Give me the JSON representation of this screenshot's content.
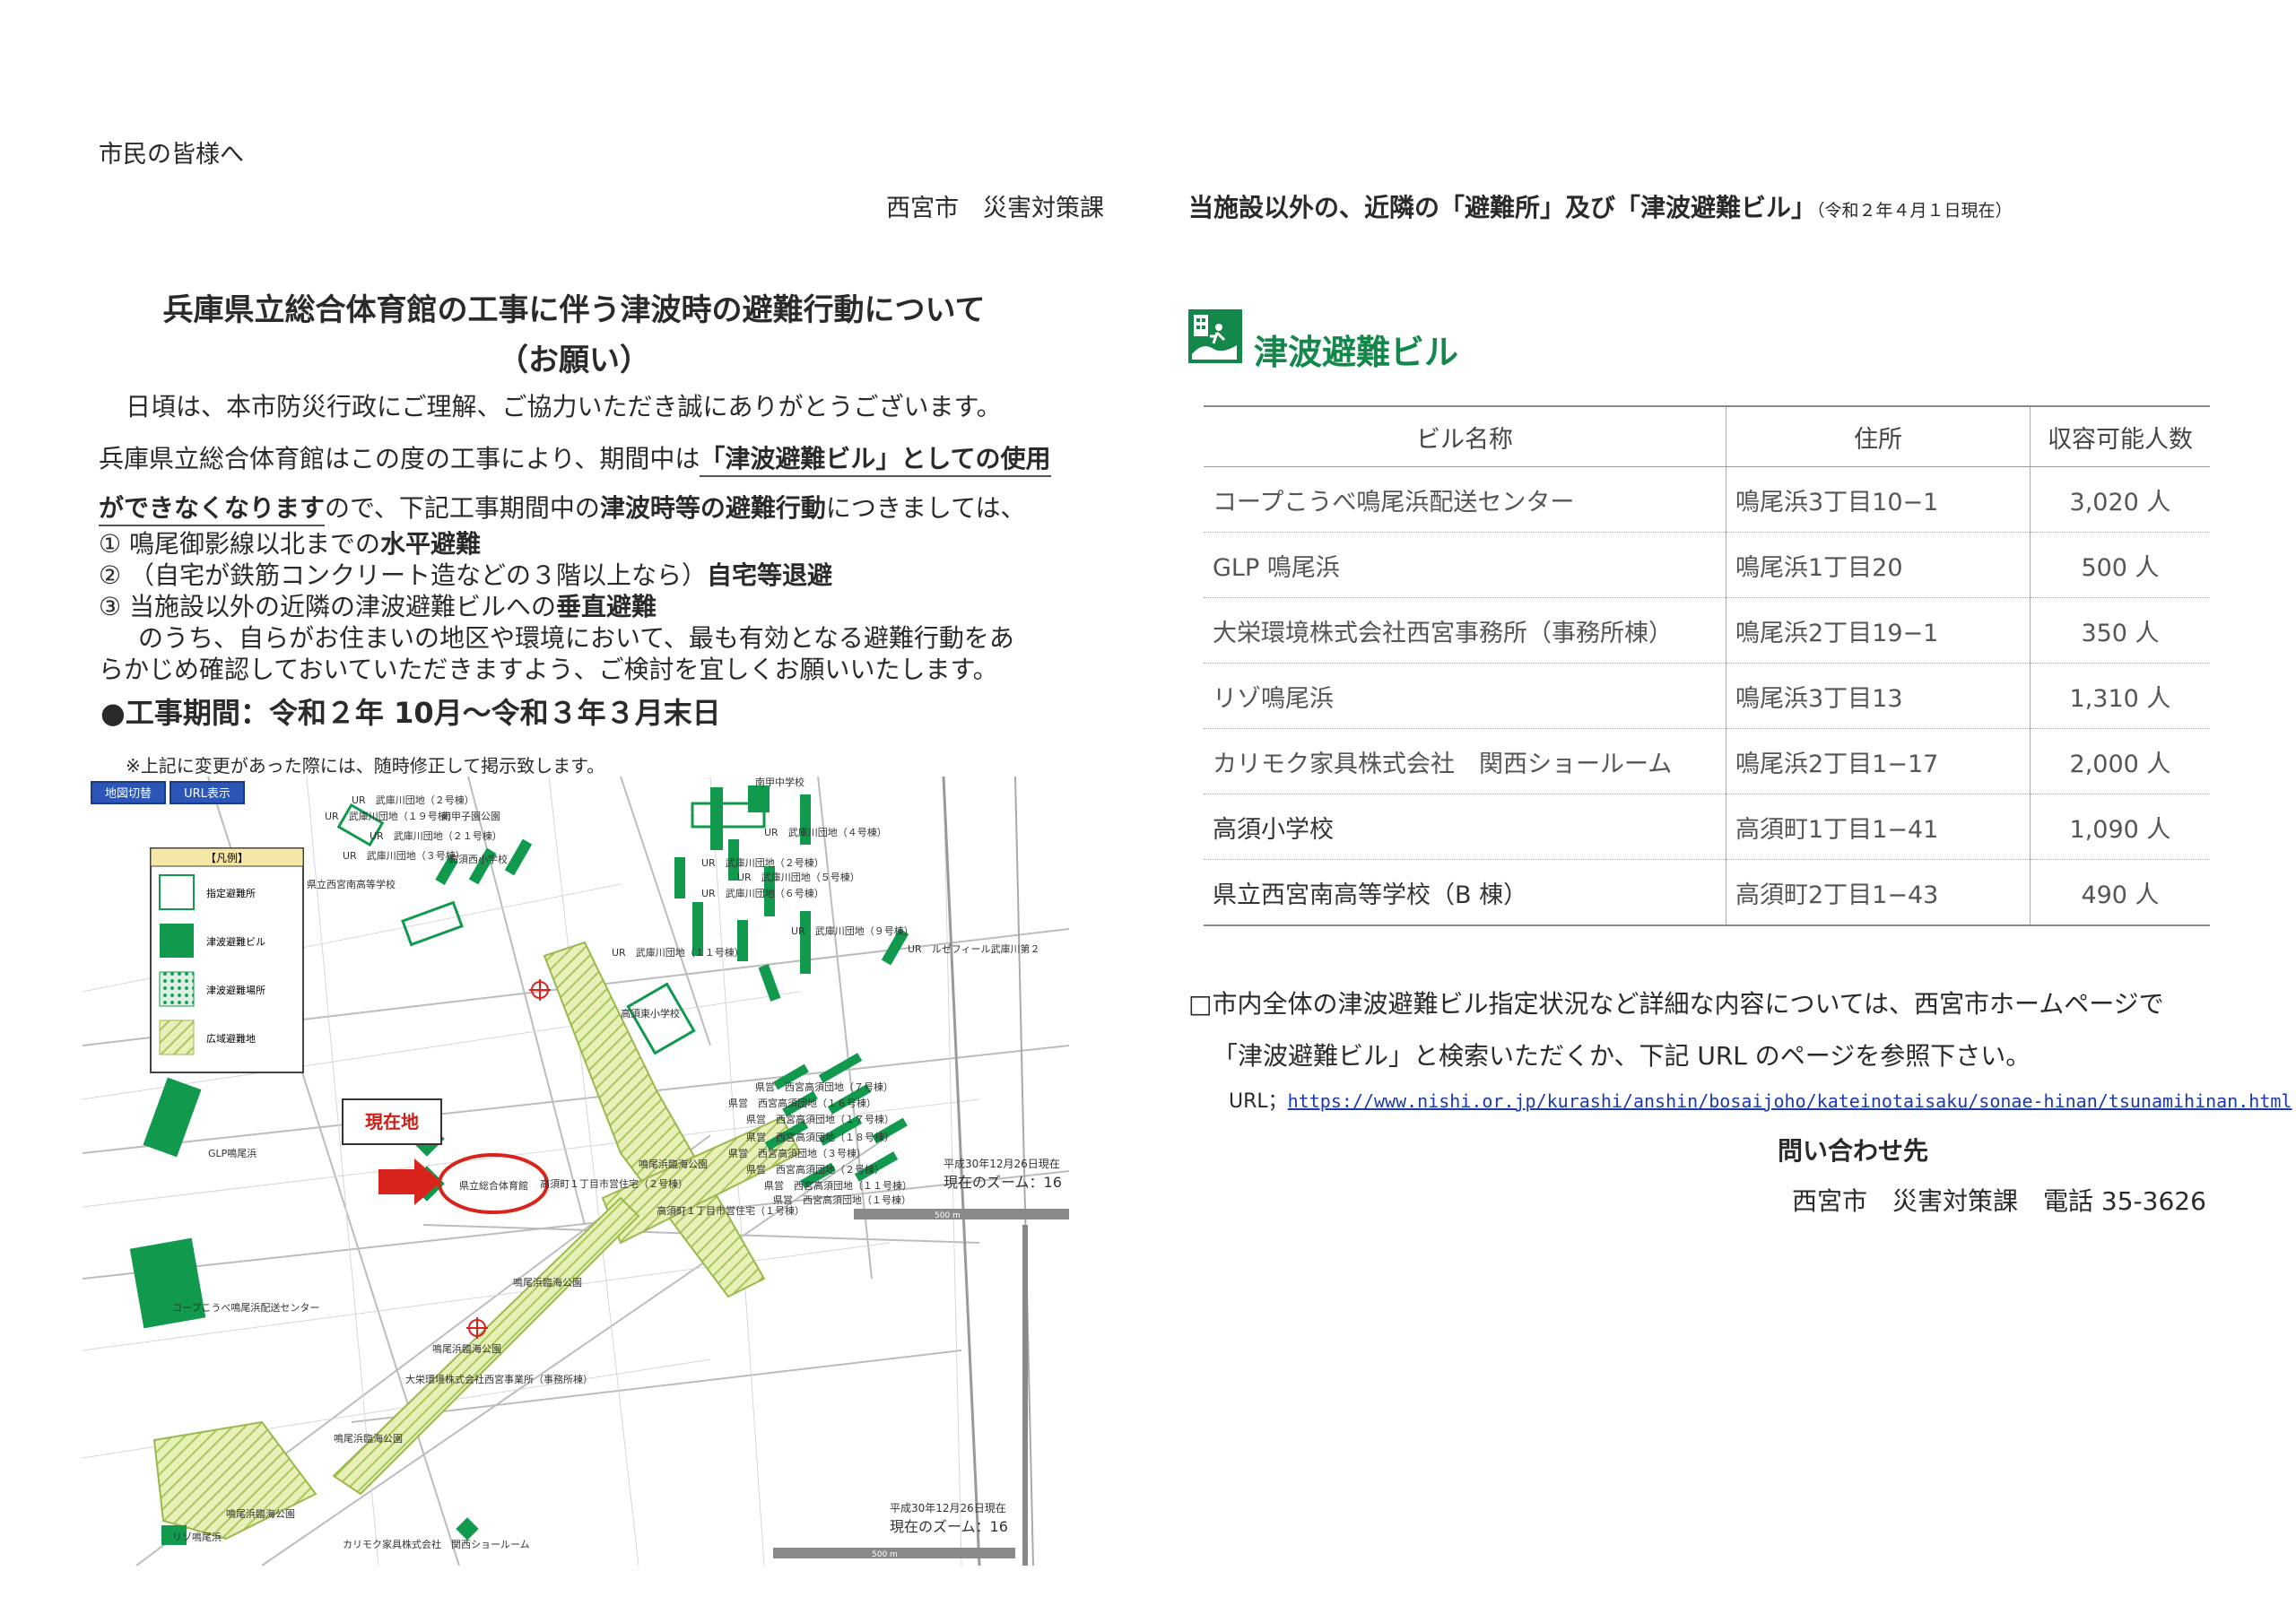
{
  "salutation": "市民の皆様へ",
  "dept_left": "西宮市　災害対策課",
  "title_line1": "兵庫県立総合体育館の工事に伴う津波時の避難行動について",
  "title_line2": "（お願い）",
  "para1": "日頃は、本市防災行政にご理解、ご協力いただき誠にありがとうございます。",
  "para2_a": "兵庫県立総合体育館はこの度の工事により、期間中は",
  "para2_a_bold": "「津波避難ビル」としての使用",
  "para2_b_bold": "ができなくなります",
  "para2_b_mid": "ので、下記工事期間中の",
  "para2_b_bold2": "津波時等の避難行動",
  "para2_b_end": "につきましては、",
  "list1_pre": "① 鳴尾御影線以北までの",
  "list1_bold": "水平避難",
  "list2_pre": "② （自宅が鉄筋コンクリート造などの３階以上なら）",
  "list2_bold": "自宅等退避",
  "list3_pre": "③ 当施設以外の近隣の津波避難ビルへの",
  "list3_bold": "垂直避難",
  "para3_a": "のうち、自らがお住まいの地区や環境において、最も有効となる避難行動をあ",
  "para3_b": "らかじめ確認しておいていただきますよう、ご検討を宜しくお願いいたします。",
  "period": "●工事期間：令和２年 10月～令和３年３月末日",
  "note": "※上記に変更があった際には、随時修正して掲示致します。",
  "map": {
    "btn_map": "地図切替",
    "btn_url": "URL表示",
    "legend_title": "【凡例】",
    "legend_items": [
      "指定避難所",
      "津波避難ビル",
      "津波避難場所",
      "広域避難地"
    ],
    "current_location": "現在地",
    "zoom_date": "平成30年12月26日現在",
    "zoom_level": "現在のズーム：16",
    "scale": "500 m",
    "labels": {
      "ur_2": "UR　武庫川団地（２号棟）",
      "ur_19": "UR　武庫川団地（１９号棟）",
      "nandan": "南甲子園公園",
      "koshien": "南甲中学校",
      "takasu_w": "高須西小学校",
      "ur_21": "UR　武庫川団地（２１号棟）",
      "ur_3": "UR　武庫川団地（３号棟）",
      "kenritsu": "県立西宮南高等学校",
      "ur_4": "UR　武庫川団地（４号棟）",
      "ur_2b": "UR　武庫川団地（２号棟）",
      "ur_5": "UR　武庫川団地（５号棟）",
      "ur_6": "UR　武庫川団地（６号棟）",
      "ur_9": "UR　武庫川団地（９号棟）",
      "ur_11": "UR　武庫川団地（１１号棟）",
      "lucie": "UR　ルゼフィール武庫川第２",
      "takasu_e": "高須東小学校",
      "ken_7": "県営　西宮高須団地（７号棟）",
      "ken_16": "県営　西宮高須団地（１６号棟）",
      "ken_17": "県営　西宮高須団地（１７号棟）",
      "ken_18": "県営　西宮高須団地（１８号棟）",
      "ken_3": "県営　西宮高須団地（３号棟）",
      "ken_2": "県営　西宮高須団地（２号棟）",
      "ken_11": "県営　西宮高須団地（１１号棟）",
      "ken_1": "県営　西宮高須団地（１号棟）",
      "glp": "GLP鳴尾浜",
      "naruo_park1": "鳴尾浜臨海公園",
      "takasu_1": "高須町１丁目市営住宅（２号棟）",
      "taiikukan": "県立総合体育館",
      "takasu_1b": "高須町１丁目市営住宅（１号棟）",
      "naruo_park2": "鳴尾浜臨海公園",
      "coop": "コープこうべ鳴尾浜配送センター",
      "naruo_park3": "鳴尾浜臨海公園",
      "daiei": "大栄環境株式会社西宮事業所（事務所棟）",
      "naruo_park4": "鳴尾浜臨海公園",
      "naruo_park5": "鳴尾浜臨海公園",
      "rizo": "リゾ鳴尾浜",
      "karimoku": "カリモク家具株式会社　関西ショールーム"
    }
  },
  "right_heading": "当施設以外の、近隣の「避難所」及び「津波避難ビル」",
  "right_heading_date": "（令和２年４月１日現在）",
  "tsunami_title": "津波避難ビル",
  "table": {
    "headers": [
      "ビル名称",
      "住所",
      "収容可能人数"
    ],
    "rows": [
      [
        "コープこうべ鳴尾浜配送センター",
        "鳴尾浜3丁目10−1",
        "3,020 人"
      ],
      [
        "GLP 鳴尾浜",
        "鳴尾浜1丁目20",
        "500 人"
      ],
      [
        "大栄環境株式会社西宮事務所（事務所棟）",
        "鳴尾浜2丁目19−1",
        "350 人"
      ],
      [
        "リゾ鳴尾浜",
        "鳴尾浜3丁目13",
        "1,310 人"
      ],
      [
        "カリモク家具株式会社　関西ショールーム",
        "鳴尾浜2丁目1−17",
        "2,000 人"
      ],
      [
        "高須小学校",
        "高須町1丁目1−41",
        "1,090 人"
      ],
      [
        "県立西宮南高等学校（B 棟）",
        "高須町2丁目1−43",
        "490 人"
      ]
    ]
  },
  "info_line1": "□市内全体の津波避難ビル指定状況など詳細な内容については、西宮市ホームページで",
  "info_line2": "「津波避難ビル」と検索いただくか、下記 URL のページを参照下さい。",
  "url_label": "URL；",
  "url": "https://www.nishi.or.jp/kurashi/anshin/bosaijoho/kateinotaisaku/sonae-hinan/tsunamihinan.html",
  "contact_title": "問い合わせ先",
  "contact": "西宮市　災害対策課　電話 35-3626",
  "colors": {
    "accent_green": "#14874a",
    "building_green": "#119a4e",
    "arrow_red": "#d8241c"
  }
}
